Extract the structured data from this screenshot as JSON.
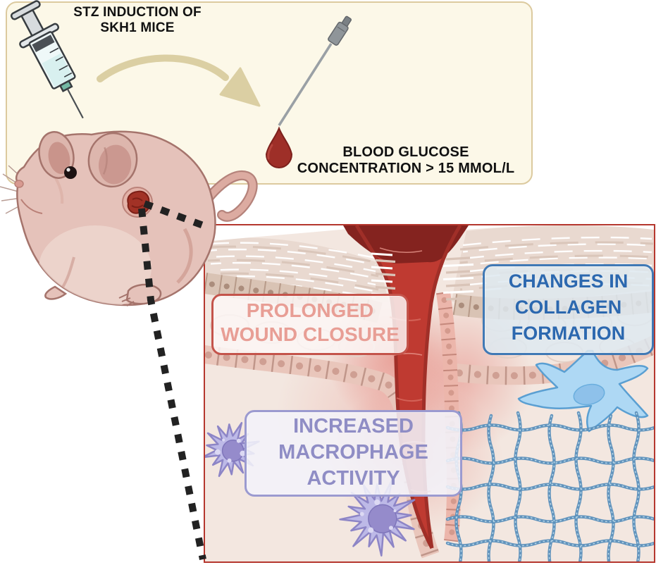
{
  "figure": {
    "induction": {
      "title_line1": "STZ INDUCTION OF",
      "title_line2": "SKH1 MICE",
      "glucose_line1": "BLOOD GLUCOSE",
      "glucose_line2": "CONCENTRATION > 15 MMOL/L"
    },
    "wound_panel": {
      "prolonged_label_line1": "PROLONGED",
      "prolonged_label_line2": "WOUND CLOSURE",
      "collagen_label_line1": "CHANGES IN",
      "collagen_label_line2": "COLLAGEN",
      "collagen_label_line3": "FORMATION",
      "macrophage_label_line1": "INCREASED",
      "macrophage_label_line2": "MACROPHAGE",
      "macrophage_label_line3": "ACTIVITY"
    }
  },
  "icons": {
    "syringe": "syringe-icon",
    "lancet": "lancet-needle-icon",
    "blood_drop": "blood-drop-icon",
    "arrow": "curved-arrow-icon",
    "mouse": "skh1-mouse-illustration",
    "wound": "wound-cross-section",
    "macrophage": "macrophage-cell-icon",
    "fibroblast": "fibroblast-cell-icon",
    "collagen_mesh": "collagen-mesh-icon"
  },
  "colors": {
    "induction_panel_bg": "#fcf8e8",
    "induction_panel_border": "#dcca9f",
    "arrow_tan": "#dbcfa3",
    "blood_red": "#9e2f28",
    "wound_red": "#bf3a31",
    "wound_dark": "#84231f",
    "prolonged_text": "#e89e95",
    "prolonged_border": "#c4544b",
    "collagen_text": "#2c68af",
    "collagen_border": "#4079b5",
    "macrophage_text": "#8f8dc5",
    "macrophage_border": "#9b9ad0",
    "mouse_skin": "#e5c2ba",
    "mesh_blue": "#5a8fba",
    "fibroblast_blue": "#aed8f4",
    "macrophage_purple": "#bdb9e7",
    "panel_border_red": "#b5372e",
    "dash_black": "#222222",
    "text_black": "#111111"
  }
}
